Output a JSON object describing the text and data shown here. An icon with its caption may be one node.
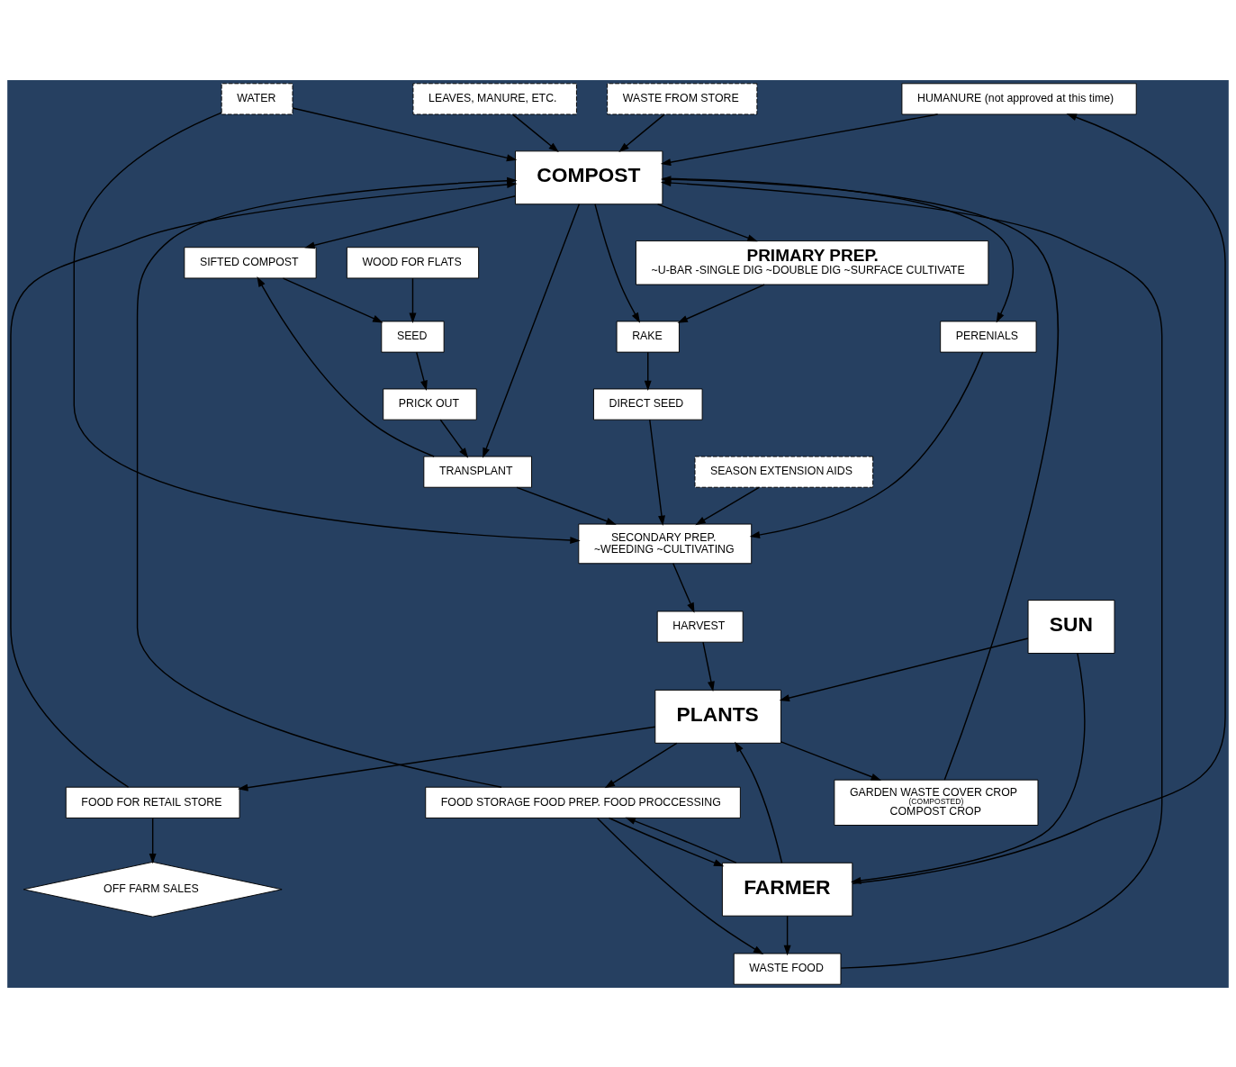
{
  "diagram": {
    "nodes": [
      {
        "text": [
          "HUMANURE (not approved at this time)"
        ]
      },
      {
        "text": [
          "FARMER"
        ]
      },
      {
        "text": [
          "WASTE FOOD"
        ]
      },
      {
        "text": [
          "LEAVES, MANURE, ETC."
        ]
      },
      {
        "text": [
          "WASTE FROM STORE"
        ]
      },
      {
        "text": [
          "FOOD STORAGE FOOD PREP. FOOD PROCCESSING"
        ]
      },
      {
        "text": [
          "SUN"
        ]
      },
      {
        "text": [
          "PLANTS"
        ]
      },
      {
        "text": [
          "FOOD FOR RETAIL STORE"
        ]
      },
      {
        "text": [
          "OFF FARM SALES"
        ]
      },
      {
        "text": [
          "COMPOST"
        ]
      },
      {
        "text": [
          "GARDEN WASTE COVER CROP",
          "(COMPOSTED)",
          "COMPOST CROP"
        ]
      },
      {
        "text": [
          "WOOD FOR FLATS"
        ]
      },
      {
        "text": [
          "PRIMARY PREP.",
          "~U-BAR -SINGLE DIG ~DOUBLE DIG ~SURFACE CULTIVATE"
        ]
      },
      {
        "text": [
          "PRICK OUT"
        ]
      },
      {
        "text": [
          "SEED"
        ]
      },
      {
        "text": [
          "SIFTED COMPOST"
        ]
      },
      {
        "text": [
          "RAKE"
        ]
      },
      {
        "text": [
          "HARVEST"
        ]
      },
      {
        "text": [
          "TRANSPLANT"
        ]
      },
      {
        "text": [
          "SECONDARY PREP.",
          "~WEEDING ~CULTIVATING"
        ]
      },
      {
        "text": [
          "DIRECT SEED"
        ]
      },
      {
        "text": [
          "PERENIALS"
        ]
      },
      {
        "text": [
          "SEASON EXTENSION AIDS"
        ]
      },
      {
        "text": [
          "WATER"
        ]
      }
    ],
    "edges": [
      {
        "from": 1,
        "to": 0,
        "arrow": "to"
      },
      {
        "from": 0,
        "to": 10,
        "arrow": "to"
      },
      {
        "from": 1,
        "to": 2,
        "arrow": "to"
      },
      {
        "from": 2,
        "to": 10,
        "arrow": "to"
      },
      {
        "from": 3,
        "to": 10,
        "arrow": "to"
      },
      {
        "from": 4,
        "to": 10,
        "arrow": "to"
      },
      {
        "from": 1,
        "to": 5,
        "arrow": "to"
      },
      {
        "from": 5,
        "to": 1,
        "arrow": "to"
      },
      {
        "from": 5,
        "to": 2,
        "arrow": "to"
      },
      {
        "from": 5,
        "to": 10,
        "arrow": "to"
      },
      {
        "from": 6,
        "to": 1,
        "arrow": "to"
      },
      {
        "from": 6,
        "to": 7,
        "arrow": "to"
      },
      {
        "from": 1,
        "to": 7,
        "arrow": "to"
      },
      {
        "from": 7,
        "to": 5,
        "arrow": "to"
      },
      {
        "from": 7,
        "to": 8,
        "arrow": "to"
      },
      {
        "from": 7,
        "to": 11,
        "arrow": "to"
      },
      {
        "from": 8,
        "to": 9,
        "arrow": "to"
      },
      {
        "from": 8,
        "to": 10,
        "arrow": "to"
      },
      {
        "from": 11,
        "to": 10,
        "arrow": "to"
      },
      {
        "from": 10,
        "to": 16,
        "arrow": "to"
      },
      {
        "from": 10,
        "to": 13,
        "arrow": "to"
      },
      {
        "from": 10,
        "to": 17,
        "arrow": "to"
      },
      {
        "from": 10,
        "to": 19,
        "arrow": "to"
      },
      {
        "from": 10,
        "to": 22,
        "arrow": "to"
      },
      {
        "from": 13,
        "to": 17,
        "arrow": "to"
      },
      {
        "from": 17,
        "to": 21,
        "arrow": "to"
      },
      {
        "from": 24,
        "to": 10,
        "arrow": "to"
      },
      {
        "from": 24,
        "to": 20,
        "arrow": "to"
      },
      {
        "from": 16,
        "to": 15,
        "arrow": "to"
      },
      {
        "from": 15,
        "to": 14,
        "arrow": "to"
      },
      {
        "from": 12,
        "to": 15,
        "arrow": "to"
      },
      {
        "from": 14,
        "to": 19,
        "arrow": "to"
      },
      {
        "from": 19,
        "to": 16,
        "arrow": "to"
      },
      {
        "from": 19,
        "to": 20,
        "arrow": "to"
      },
      {
        "from": 21,
        "to": 20,
        "arrow": "to"
      },
      {
        "from": 22,
        "to": 20,
        "arrow": "to"
      },
      {
        "from": 20,
        "to": 18,
        "arrow": "to"
      },
      {
        "from": 18,
        "to": 7,
        "arrow": "to"
      },
      {
        "from": 23,
        "to": 20,
        "arrow": "to"
      }
    ]
  }
}
